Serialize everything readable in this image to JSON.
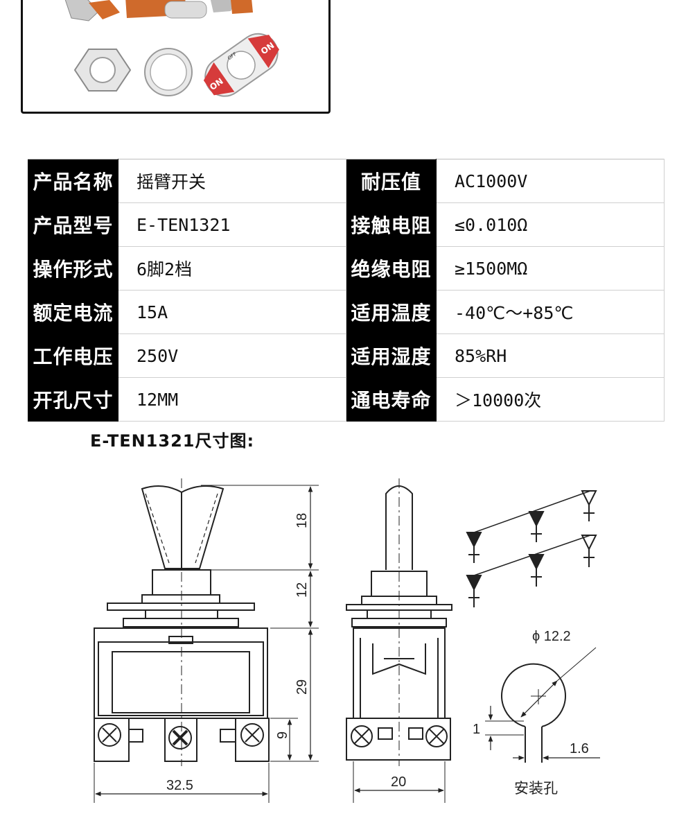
{
  "spec_table": {
    "rows": [
      {
        "label_left": "产品名称",
        "value_left": "摇臂开关",
        "label_right": "耐压值",
        "value_right": "AC1000V"
      },
      {
        "label_left": "产品型号",
        "value_left": "E-TEN1321",
        "label_right": "接触电阻",
        "value_right": "≤0.010Ω"
      },
      {
        "label_left": "操作形式",
        "value_left": "6脚2档",
        "label_right": "绝缘电阻",
        "value_right": "≥1500MΩ"
      },
      {
        "label_left": "额定电流",
        "value_left": "15A",
        "label_right": "适用温度",
        "value_right": "-40℃～+85℃"
      },
      {
        "label_left": "工作电压",
        "value_left": "250V",
        "label_right": "适用湿度",
        "value_right": "85%RH"
      },
      {
        "label_left": "开孔尺寸",
        "value_left": "12MM",
        "label_right": "通电寿命",
        "value_right": "＞10000次"
      }
    ]
  },
  "dimension_title": "E-TEN1321尺寸图:",
  "drawing": {
    "dims": {
      "lever_height": "18",
      "bushing_height": "12",
      "body_height": "29",
      "terminal_height": "9",
      "body_width": "32.5",
      "side_width": "20",
      "hole_diameter": "ϕ 12.2",
      "key_height": "1",
      "key_width": "1.6"
    },
    "mounting_hole_label": "安装孔"
  },
  "photo": {
    "plate_text_on": "ON",
    "plate_text_off": "OFF"
  }
}
